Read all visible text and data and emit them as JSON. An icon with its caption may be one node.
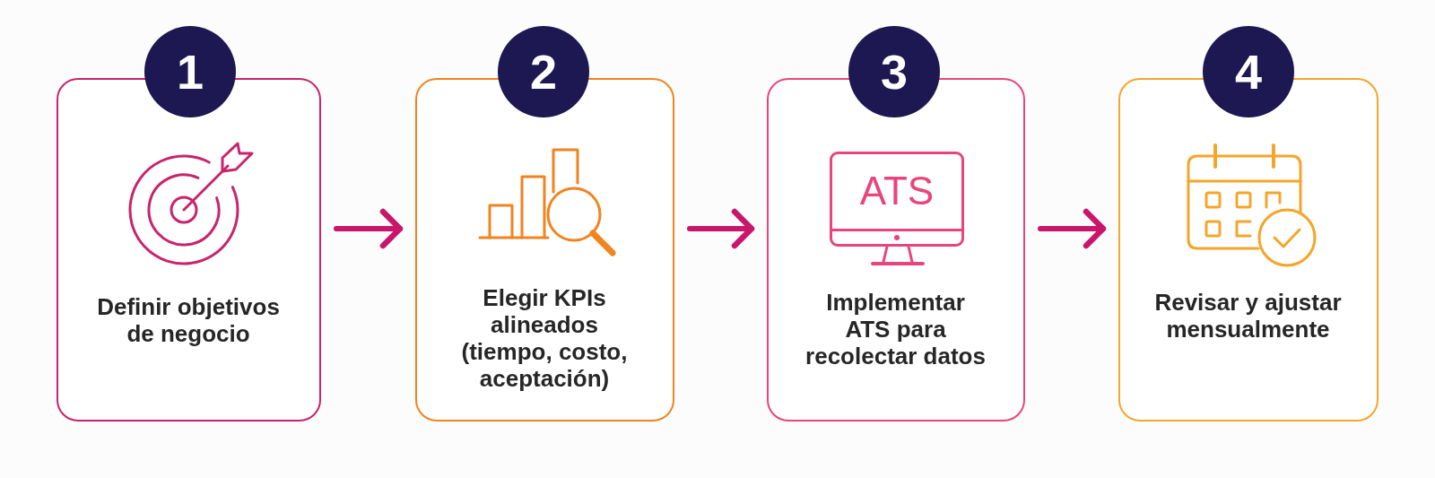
{
  "diagram": {
    "nodes": [
      {
        "text": [
          "1"
        ]
      },
      {
        "text": [
          "Definir objetivos de negocio"
        ]
      },
      {
        "text": [
          "2"
        ]
      },
      {
        "text": [
          "Elegir KPIs alineados (tiempo, costo, aceptación)"
        ]
      },
      {
        "text": [
          "3"
        ]
      },
      {
        "text": [
          "Implementar ATS para recolectar datos"
        ]
      },
      {
        "text": [
          "ATS"
        ],
        "in": 5
      },
      {
        "text": [
          "4"
        ]
      },
      {
        "text": [
          "Revisar y ajustar mensualmente"
        ]
      }
    ],
    "edges": [
      {
        "from": 1,
        "to": 3,
        "arrow": "to"
      },
      {
        "from": 3,
        "to": 5,
        "arrow": "to"
      },
      {
        "from": 5,
        "to": 8,
        "arrow": "to"
      }
    ]
  }
}
